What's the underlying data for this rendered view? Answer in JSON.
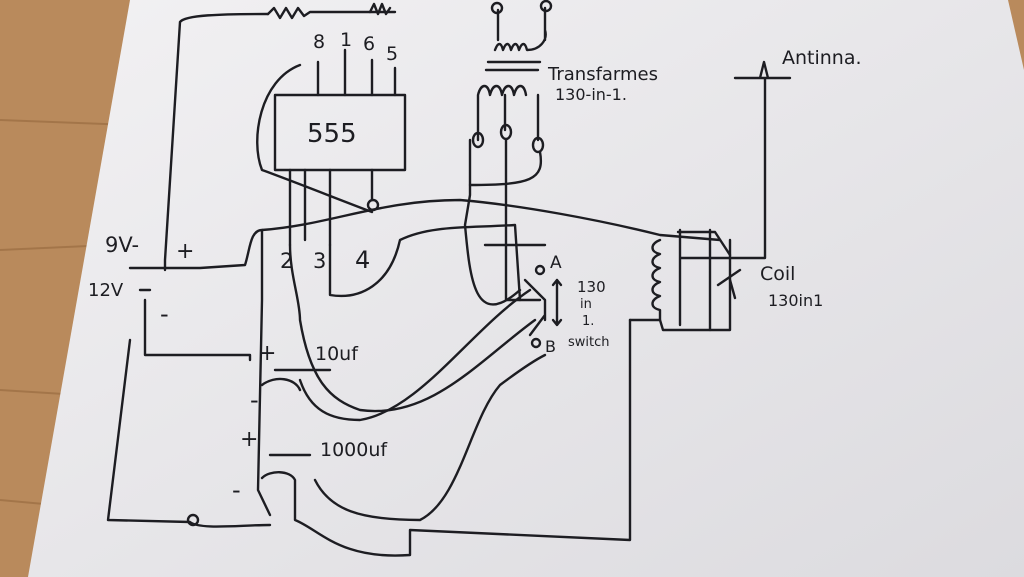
{
  "colors": {
    "paper": "#ecebed",
    "wood": "#b98a5c",
    "ink": "#1d1d22"
  },
  "diagram": {
    "battery": {
      "voltage_top": "9V-",
      "voltage_bottom": "12V",
      "plus": "+",
      "minus": "-"
    },
    "ic": {
      "label": "555",
      "pins_top": [
        "8",
        "1",
        "6",
        "5"
      ],
      "pins_bottom": [
        "2",
        "3",
        "4"
      ]
    },
    "transformer": {
      "label": "Transfarmes",
      "ratio": "130-in-1."
    },
    "antenna": {
      "label": "Antinna."
    },
    "switch": {
      "terminal_a": "A",
      "terminal_b": "B",
      "label_lines": [
        "130",
        "in",
        "1.",
        "switch"
      ]
    },
    "coil": {
      "label": "Coil",
      "ratio": "130in1"
    },
    "capacitors": [
      {
        "value": "10uf",
        "plus": "+",
        "minus": "-"
      },
      {
        "value": "1000uf",
        "plus": "+",
        "minus": "-"
      }
    ]
  }
}
